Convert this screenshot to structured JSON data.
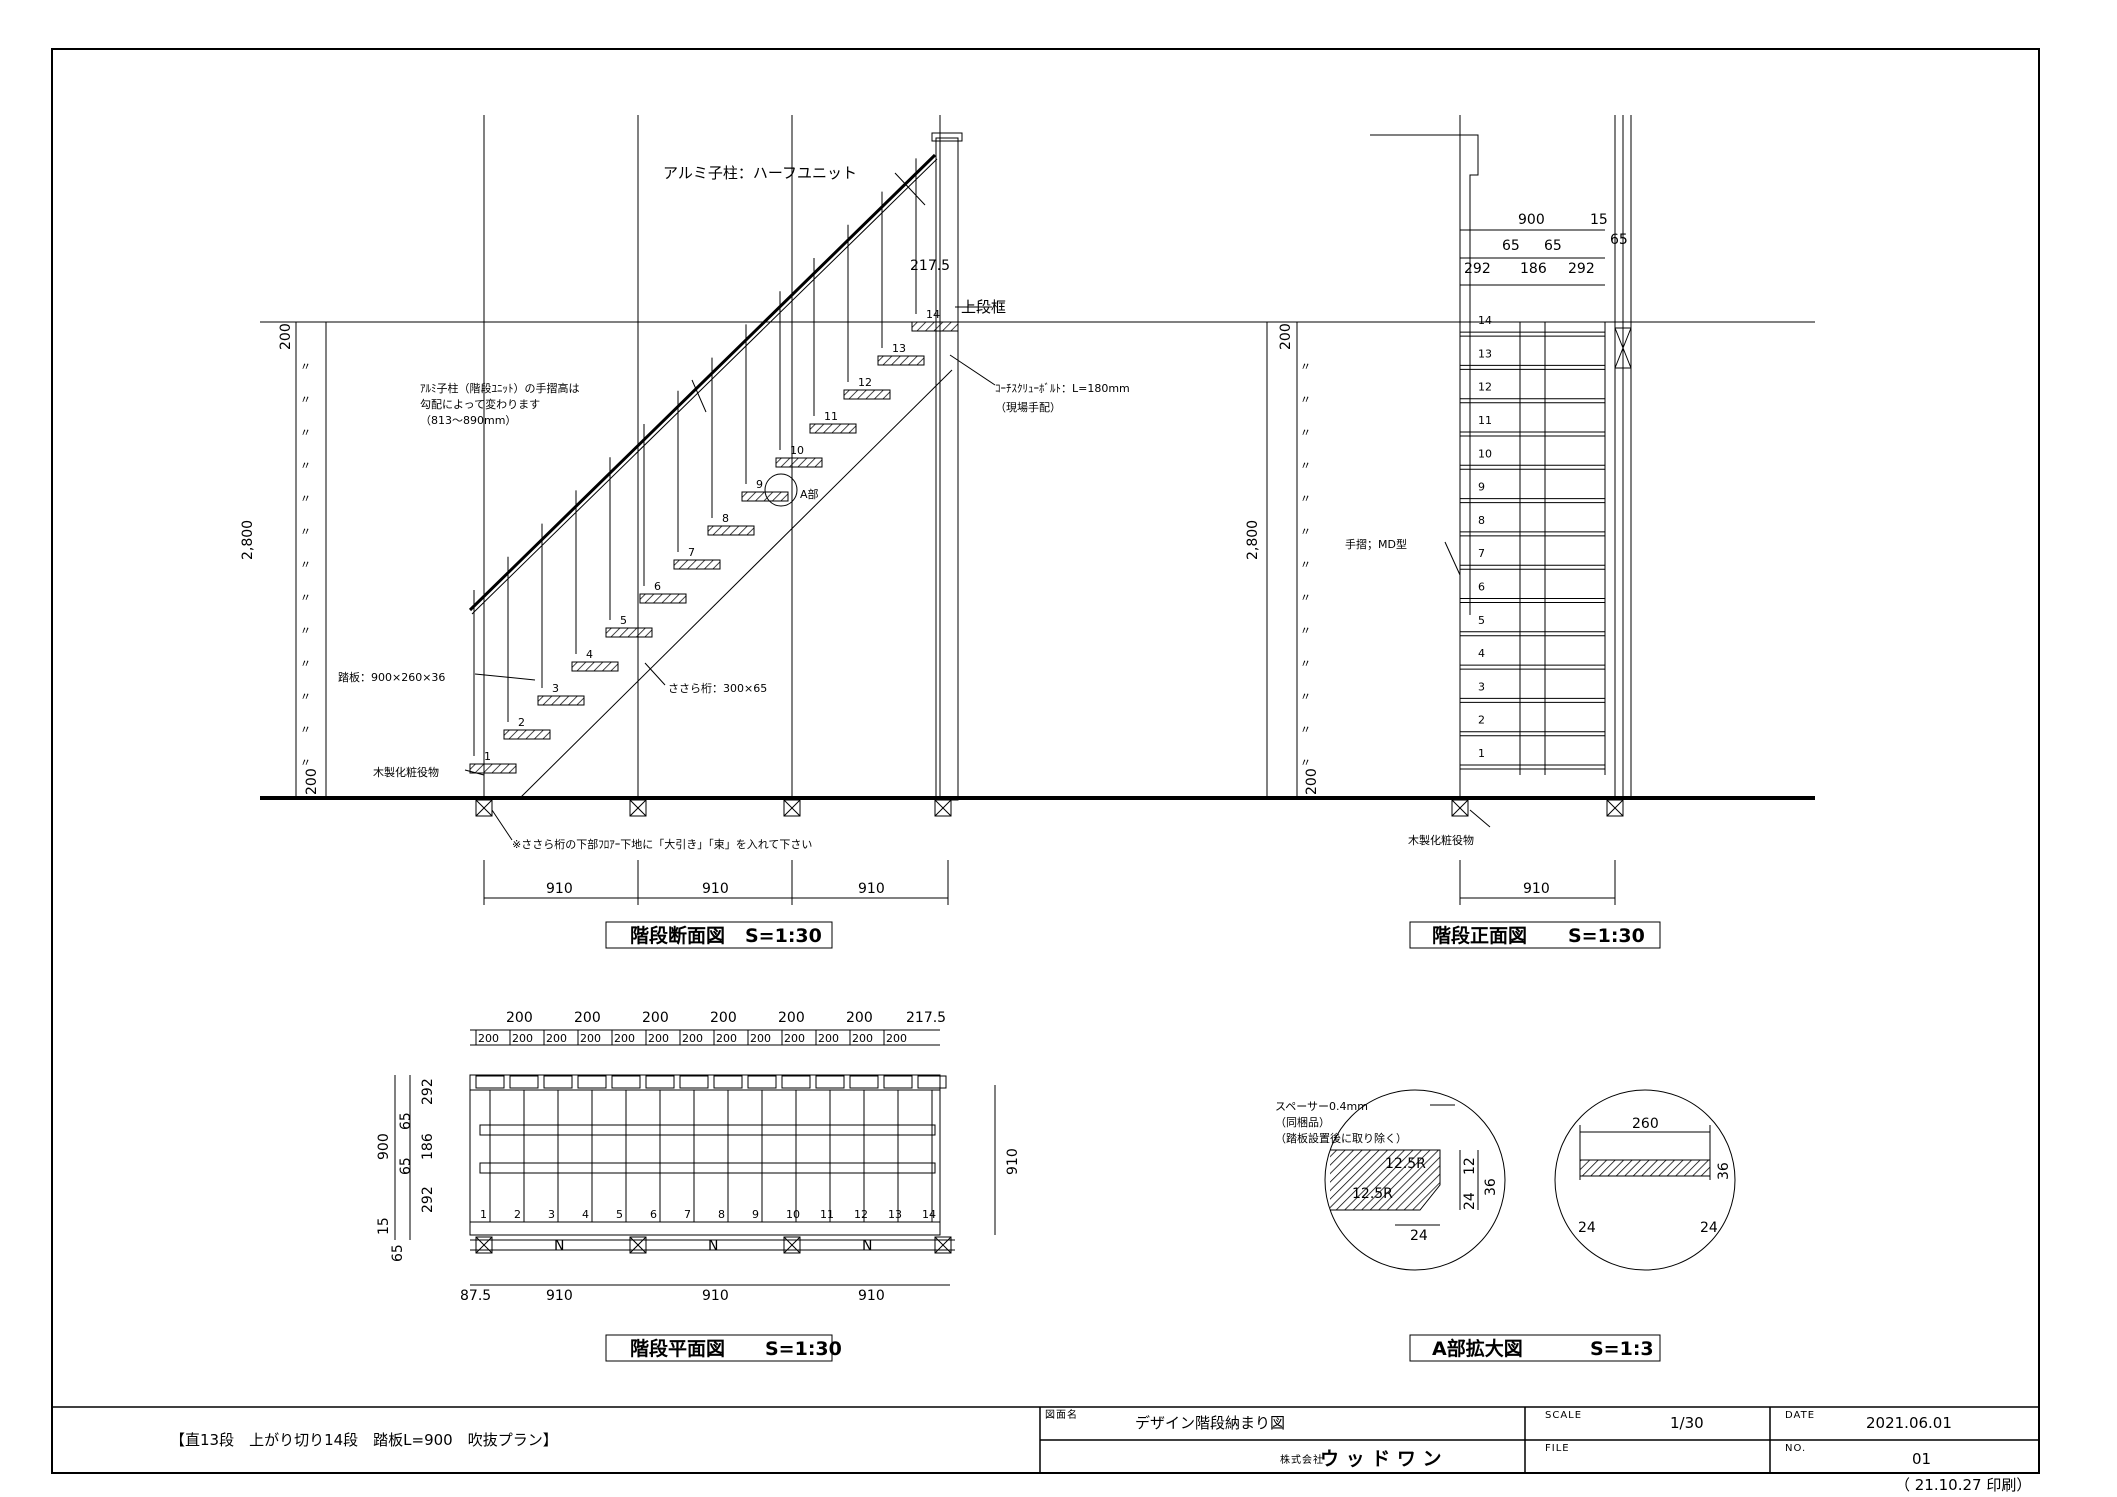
{
  "views": {
    "section": {
      "title": "階段断面図",
      "scale": "S=1:30",
      "labels": {
        "handrail_unit": "アルミ子柱：ハーフユニット",
        "top_width": "217.5",
        "top_frame": "上段框",
        "note_line1": "ｱﾙﾐ子柱（階段ﾕﾆｯﾄ）の手摺高は",
        "note_line2": "勾配によって変わります",
        "note_line3": "（813～890mm）",
        "coach_bolt": "ｺｰﾁｽｸﾘｭｰﾎﾞﾙﾄ：L=180mm",
        "on_site": "（現場手配）",
        "detail_a": "A部",
        "tread": "踏板：900×260×36",
        "stringer": "ささら桁：300×65",
        "base": "木製化粧役物",
        "floor_note": "※ささら桁の下部ﾌﾛｱｰ下地に「大引き」「束」を入れて下さい",
        "height": "2,800",
        "rise_top": "200",
        "rise_bottom": "200",
        "rise_mark": "〃"
      },
      "spans": [
        "910",
        "910",
        "910"
      ],
      "step_numbers": [
        "1",
        "2",
        "3",
        "4",
        "5",
        "6",
        "7",
        "8",
        "9",
        "10",
        "11",
        "12",
        "13",
        "14"
      ]
    },
    "front": {
      "title": "階段正面図",
      "scale": "S=1:30",
      "labels": {
        "width": "900",
        "offset": "15",
        "side": "65",
        "w1": "65",
        "w2": "65",
        "p1": "292",
        "p2": "186",
        "p3": "292",
        "handrail": "手摺；MD型",
        "base": "木製化粧役物",
        "height": "2,800",
        "rise_top": "200",
        "rise_bottom": "200"
      },
      "span": "910",
      "step_numbers": [
        "1",
        "2",
        "3",
        "4",
        "5",
        "6",
        "7",
        "8",
        "9",
        "10",
        "11",
        "12",
        "13",
        "14"
      ]
    },
    "plan": {
      "title": "階段平面図",
      "scale": "S=1:30",
      "top_dims": [
        "200",
        "200",
        "200",
        "200",
        "200",
        "200",
        "217.5"
      ],
      "left_dims": [
        "292",
        "65",
        "186",
        "65",
        "292",
        "15",
        "65"
      ],
      "left_total": "900",
      "right_total": "910",
      "bottom_start": "87.5",
      "spans": [
        "910",
        "910",
        "910"
      ],
      "step_numbers": [
        "1",
        "2",
        "3",
        "4",
        "5",
        "6",
        "7",
        "8",
        "9",
        "10",
        "11",
        "12",
        "13",
        "14"
      ],
      "north_marks": [
        "N",
        "N",
        "N"
      ]
    },
    "detail": {
      "title": "A部拡大図",
      "scale": "S=1:3",
      "spacer_line1": "スペーサー0.4mm",
      "spacer_line2": "（同梱品）",
      "spacer_line3": "（踏板設置後に取り除く）",
      "r1": "12.5R",
      "r2": "12.5R",
      "d12": "12",
      "d24a": "24",
      "d36a": "36",
      "d24b": "24",
      "tread_len": "260",
      "d36b": "36",
      "d24c": "24",
      "d24d": "24"
    }
  },
  "title_block": {
    "plan_name": "【直13段　上がり切り14段　踏板L=900　吹抜プラン】",
    "drawing_label": "図面名",
    "drawing_name": "デザイン階段納まり図",
    "company_prefix": "株式会社",
    "company": "ウ ッ ド ワ ン",
    "scale_label": "SCALE",
    "scale_value": "1/30",
    "file_label": "FILE",
    "date_label": "DATE",
    "date_value": "2021.06.01",
    "no_label": "NO.",
    "no_value": "01",
    "printed": "（ 21.10.27 印刷）"
  }
}
